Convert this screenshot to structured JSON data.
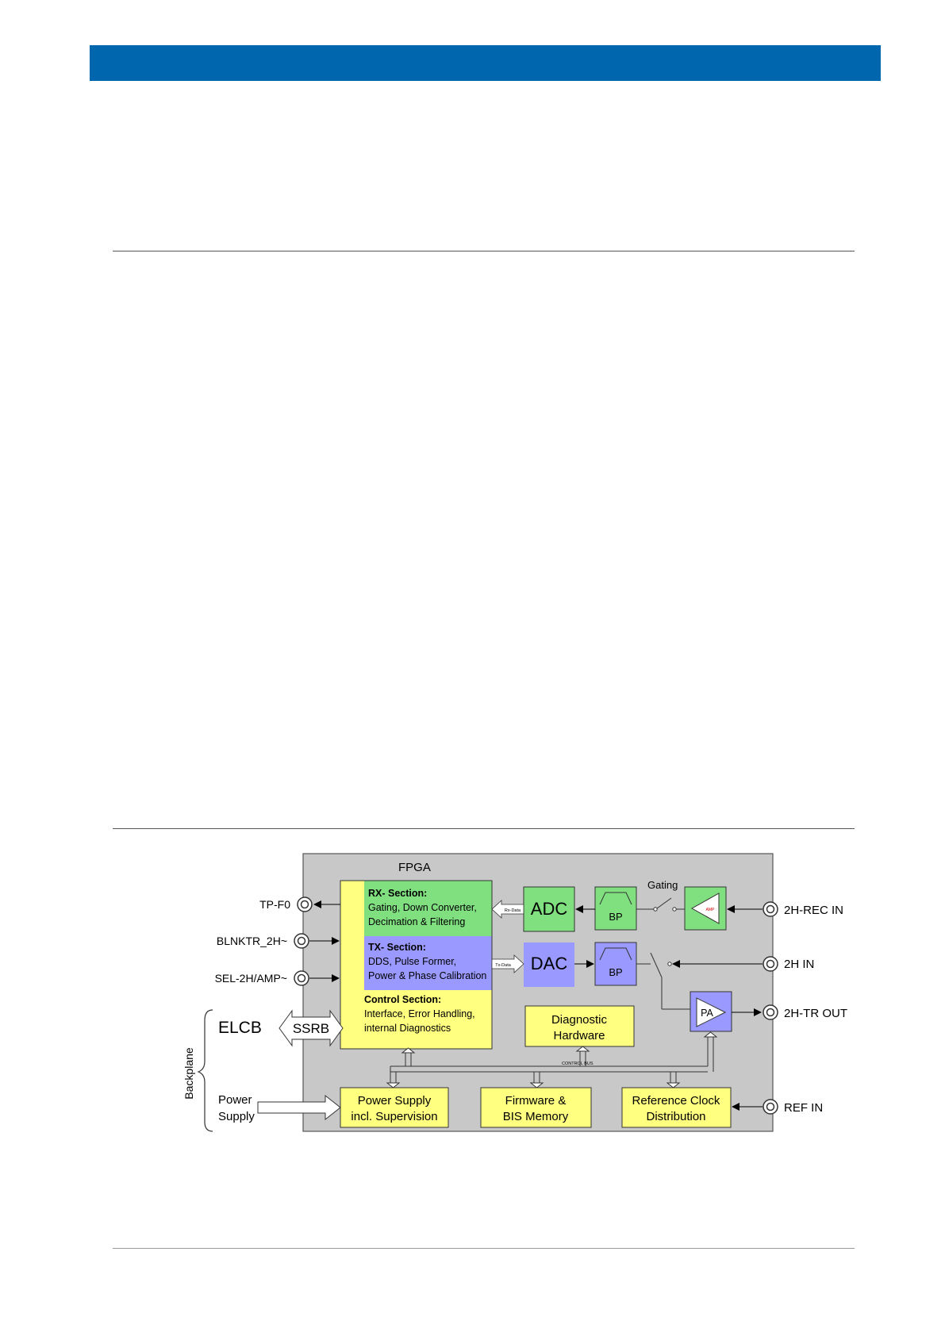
{
  "colors": {
    "header": "#0066ad",
    "board": "#c8c8c8",
    "yellow": "#ffff80",
    "green": "#80e080",
    "blue": "#9999ff"
  },
  "diagram": {
    "fpga_label": "FPGA",
    "rx_title": "RX- Section:",
    "rx_desc": "Gating, Down Converter,",
    "rx_desc2": "Decimation & Filtering",
    "tx_title": "TX- Section:",
    "tx_desc": "DDS, Pulse Former,",
    "tx_desc2": "Power & Phase Calibration",
    "ctrl_title": "Control Section:",
    "ctrl_desc": "Interface, Error Handling,",
    "ctrl_desc2": "internal Diagnostics",
    "adc": "ADC",
    "dac": "DAC",
    "rx_data": "Rx-Data",
    "tx_data": "Tx-Data",
    "bp1": "BP",
    "bp2": "BP",
    "gating": "Gating",
    "amp_label": "AMP",
    "pa": "PA",
    "diag_line1": "Diagnostic",
    "diag_line2": "Hardware",
    "control_bus": "CONTROL BUS",
    "ps_line1": "Power Supply",
    "ps_line2": "incl. Supervision",
    "fw_line1": "Firmware &",
    "fw_line2": "BIS Memory",
    "rc_line1": "Reference Clock",
    "rc_line2": "Distribution",
    "tp_f0": "TP-F0",
    "blnktr": "BLNKTR_2H~",
    "sel": "SEL-2H/AMP~",
    "elcb": "ELCB",
    "ssrb": "SSRB",
    "backplane": "Backplane",
    "power": "Power",
    "supply": "Supply",
    "rec_in": "2H-REC IN",
    "h_in": "2H IN",
    "tr_out": "2H-TR OUT",
    "ref_in": "REF IN"
  }
}
